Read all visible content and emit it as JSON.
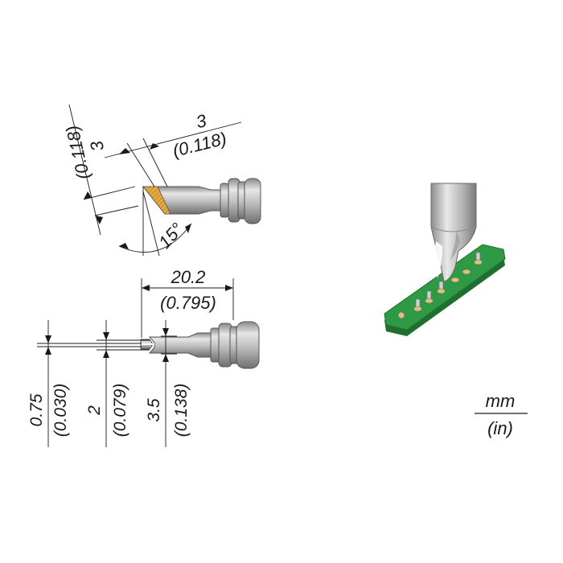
{
  "top_view": {
    "length_mm": "3",
    "length_in": "(0.118)",
    "height_mm": "3",
    "height_in": "(0.118)",
    "angle": "15°"
  },
  "side_view": {
    "overall_mm": "20.2",
    "overall_in": "(0.795)",
    "slot_mm": "0.75",
    "slot_in": "(0.030)",
    "width_mm": "2",
    "width_in": "(0.079)",
    "diameter_mm": "3.5",
    "diameter_in": "(0.138)"
  },
  "units": {
    "metric": "mm",
    "imperial": "(in)"
  },
  "colors": {
    "tip_gray": "#b4b4b4",
    "tip_dark": "#7d7d7d",
    "tip_light": "#e2e2e2",
    "tinned_yellow": "#e3ac3f",
    "pcb_green": "#2f9a46",
    "pcb_dark_green": "#1f6f30"
  }
}
